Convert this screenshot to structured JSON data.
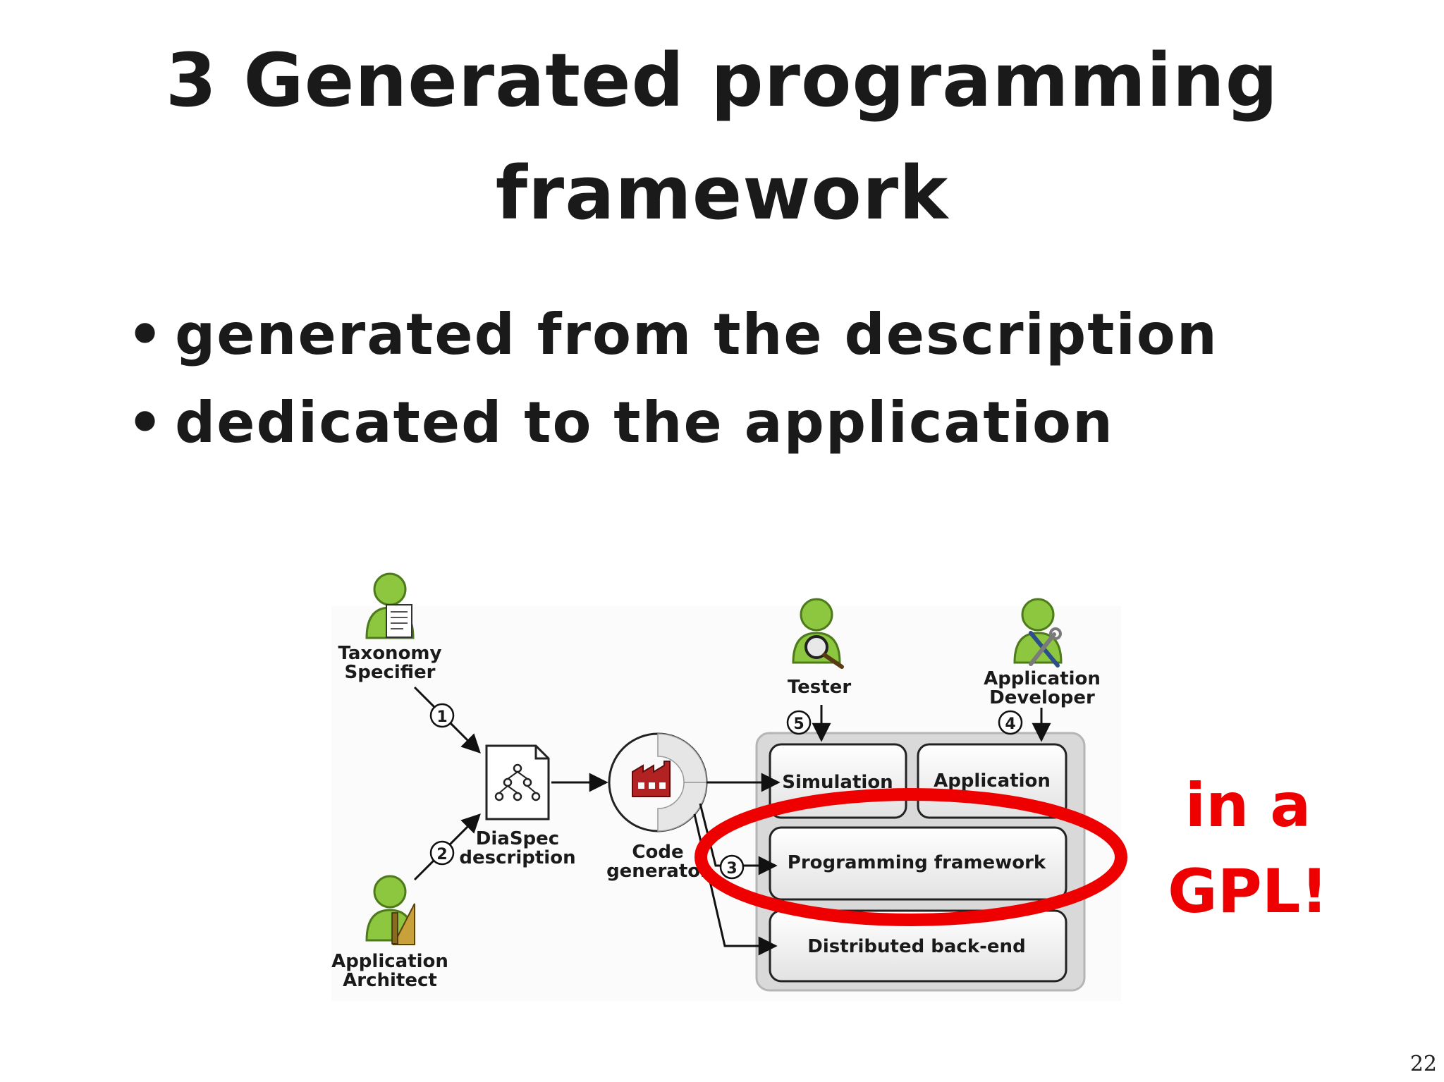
{
  "slide": {
    "title_line1": "3 Generated programming",
    "title_line2": "framework",
    "bullets": [
      "generated from the description",
      "dedicated to the application"
    ],
    "callout_line1": "in a",
    "callout_line2": "GPL!",
    "page_number": "22"
  },
  "diagram": {
    "roles": {
      "taxonomy_specifier": [
        "Taxonomy",
        "Specifier"
      ],
      "application_architect": [
        "Application",
        "Architect"
      ],
      "tester": "Tester",
      "application_developer": [
        "Application",
        "Developer"
      ]
    },
    "artifacts": {
      "diaspec": [
        "DiaSpec",
        "description"
      ],
      "code_generator": [
        "Code",
        "generator"
      ]
    },
    "boxes": {
      "simulation": "Simulation",
      "application": "Application",
      "programming_framework": "Programming framework",
      "distributed_backend": "Distributed back-end"
    },
    "steps": [
      "1",
      "2",
      "3",
      "4",
      "5"
    ]
  },
  "colors": {
    "title": "#1a1a1a",
    "callout": "#ee0000",
    "highlight_ellipse": "#ee0000",
    "person_green": "#8dc63f",
    "factory_red": "#b22222",
    "box_panel": "#d9d9d9"
  },
  "icons": {
    "person": "person-icon",
    "document": "document-icon",
    "factory": "factory-icon",
    "magnifier": "magnifier-icon",
    "tools": "tools-icon",
    "ruler": "ruler-icon"
  }
}
